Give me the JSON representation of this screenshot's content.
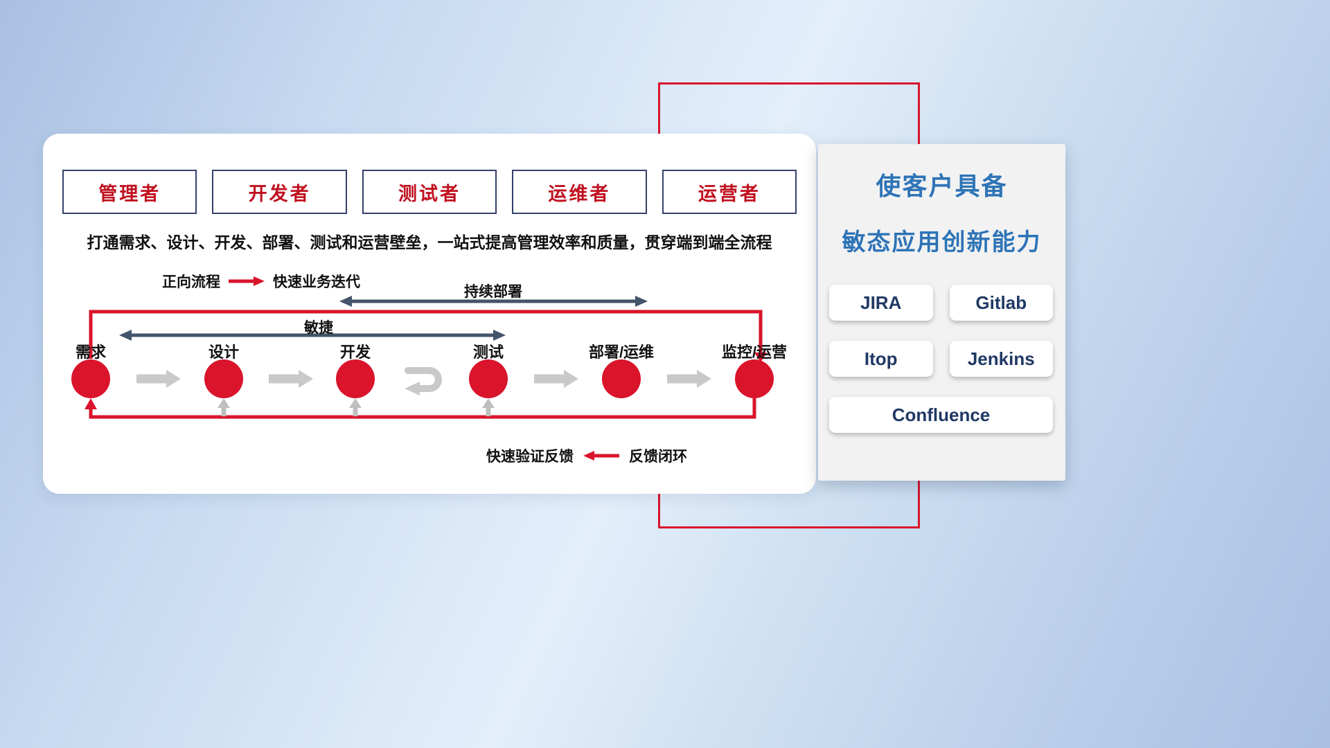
{
  "colors": {
    "accent_red": "#d9142b",
    "navy_arrow": "#44546a",
    "role_text_red": "#c0101f",
    "role_border_navy": "#33406b",
    "gray_arrow": "#c9c9c9",
    "title_blue": "#2e74b6",
    "tool_text_navy": "#203864"
  },
  "roles": [
    {
      "label": "管理者"
    },
    {
      "label": "开发者"
    },
    {
      "label": "测试者"
    },
    {
      "label": "运维者"
    },
    {
      "label": "运营者"
    }
  ],
  "subtitle": "打通需求、设计、开发、部署、测试和运营壁垒，一站式提高管理效率和质量，贯穿端到端全流程",
  "legend_forward": {
    "label": "正向流程",
    "desc": "快速业务迭代"
  },
  "flow": {
    "continuous_deploy_label": "持续部署",
    "agile_label": "敏捷",
    "stages": [
      {
        "label": "需求"
      },
      {
        "label": "设计"
      },
      {
        "label": "开发"
      },
      {
        "label": "测试"
      },
      {
        "label": "部署/运维"
      },
      {
        "label": "监控/运营"
      }
    ]
  },
  "legend_feedback": {
    "desc": "快速验证反馈",
    "label": "反馈闭环"
  },
  "right_panel": {
    "title_line1": "使客户具备",
    "title_line2": "敏态应用创新能力",
    "tools": [
      "JIRA",
      "Gitlab",
      "Itop",
      "Jenkins",
      "Confluence"
    ]
  }
}
